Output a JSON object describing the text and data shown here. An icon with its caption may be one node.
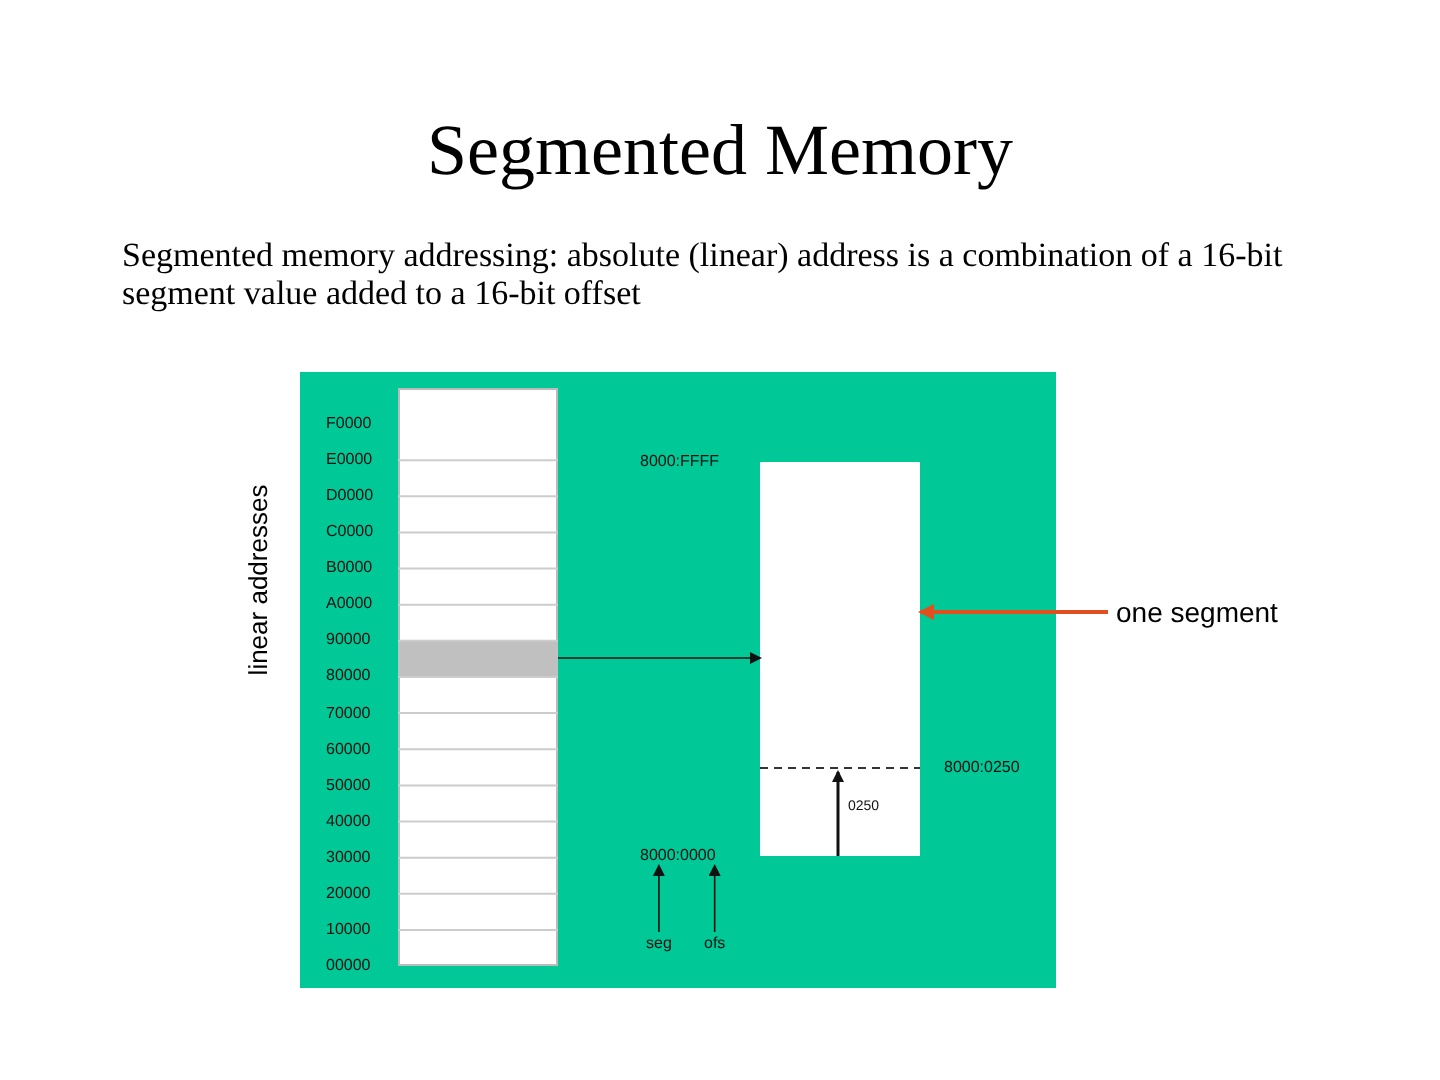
{
  "diagram": {
    "title": "Segmented Memory",
    "nodes": [
      {
        "text": [],
        "shape": "bar"
      },
      {
        "text": [],
        "shape": "box"
      },
      {
        "text": [
          "one segment"
        ]
      },
      {
        "text": [
          "8000:0000"
        ]
      },
      {
        "text": [
          "seg"
        ]
      },
      {
        "text": [
          "ofs"
        ]
      }
    ],
    "edges": [
      {
        "from": 0,
        "to": 1,
        "arrow": "to"
      },
      {
        "from": 2,
        "to": 1,
        "arrow": "to",
        "color": "#e0501e"
      },
      {
        "from": 4,
        "to": 3,
        "arrow": "to"
      },
      {
        "from": 5,
        "to": 3,
        "arrow": "to"
      }
    ],
    "labels": [
      "Segmented memory addressing: absolute (linear) address is a combination of a 16-bit segment value added to a 16-bit offset",
      "linear addresses",
      "F0000",
      "E0000",
      "D0000",
      "C0000",
      "B0000",
      "A0000",
      "90000",
      "80000",
      "70000",
      "60000",
      "50000",
      "40000",
      "30000",
      "20000",
      "10000",
      "00000",
      "8000:FFFF",
      "8000:0250",
      "0250"
    ]
  }
}
